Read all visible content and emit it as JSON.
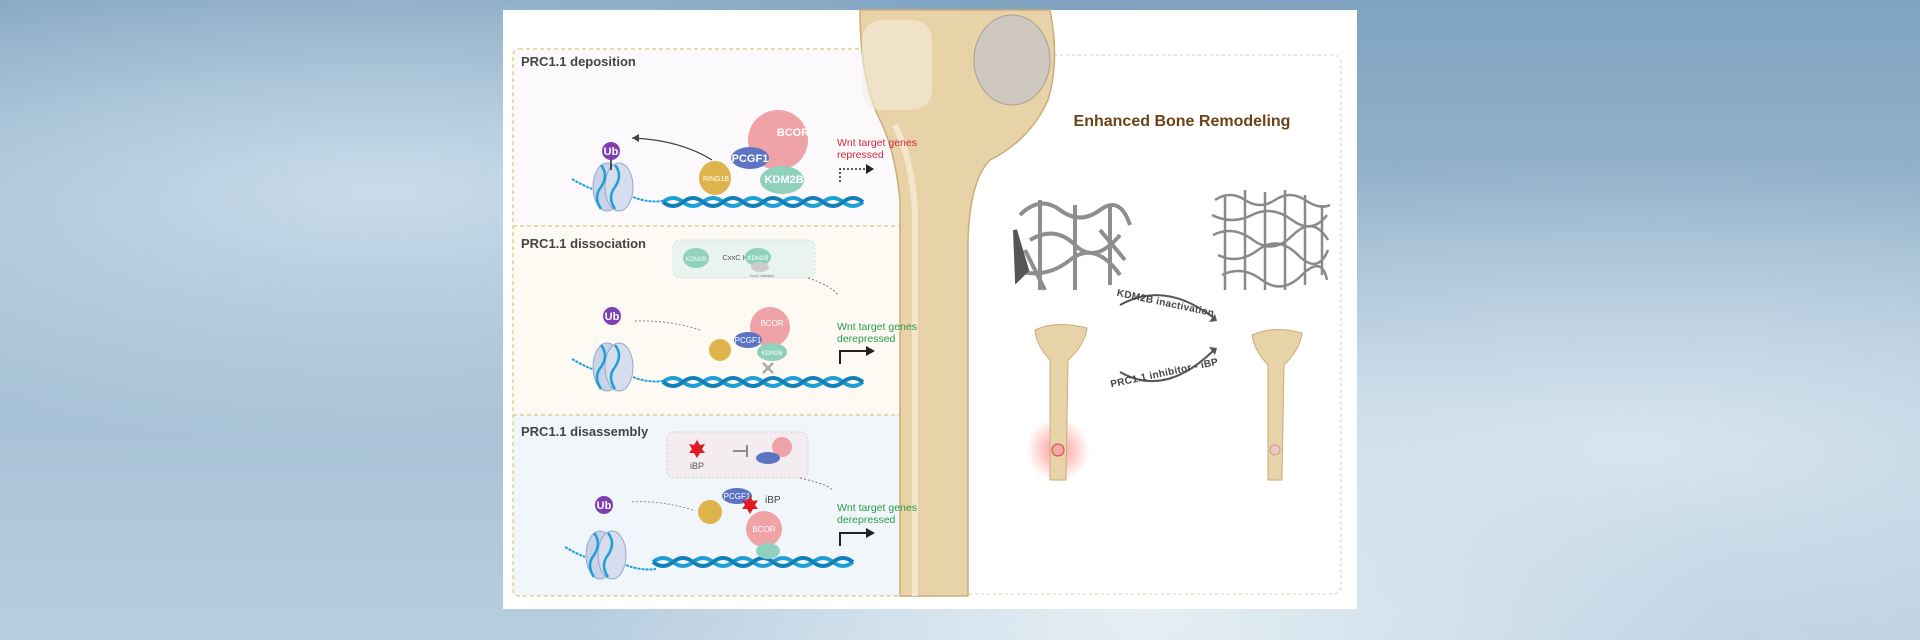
{
  "figure": {
    "sections": [
      {
        "title": "PRC1.1 deposition",
        "wnt_line1": "Wnt target genes",
        "wnt_line2": "repressed",
        "wnt_color": "#d0283a"
      },
      {
        "title": "PRC1.1 dissociation",
        "wnt_line1": "Wnt target genes",
        "wnt_line2": "derepressed",
        "wnt_color": "#2a9a4a",
        "inset_label": "CxxC KO",
        "inset_sublabel": "CxxC deletion"
      },
      {
        "title": "PRC1.1 disassembly",
        "wnt_line1": "Wnt target genes",
        "wnt_line2": "derepressed",
        "wnt_color": "#2a9a4a",
        "inset_label": "iBP",
        "drug_label": "iBP"
      }
    ],
    "proteins": {
      "ub": "Ub",
      "ring1b": "RING1B",
      "pcgf1": "PCGF1",
      "bcor": "BCOR",
      "kdm2b": "KDM2B"
    },
    "right_panel": {
      "title": "Enhanced Bone Remodeling",
      "arrow_top": "KDM2B inactivation",
      "arrow_bottom": "PRC1.1 inhibitor - iBP"
    },
    "colors": {
      "ring1b": "#e0b44c",
      "pcgf1": "#5b74c4",
      "bcor": "#efa3a7",
      "kdm2b": "#8fd1bd",
      "ub": "#7d3fb0",
      "dna": "#1e9fd6",
      "bone": "#e8d2a8",
      "title": "#6b4314"
    }
  }
}
